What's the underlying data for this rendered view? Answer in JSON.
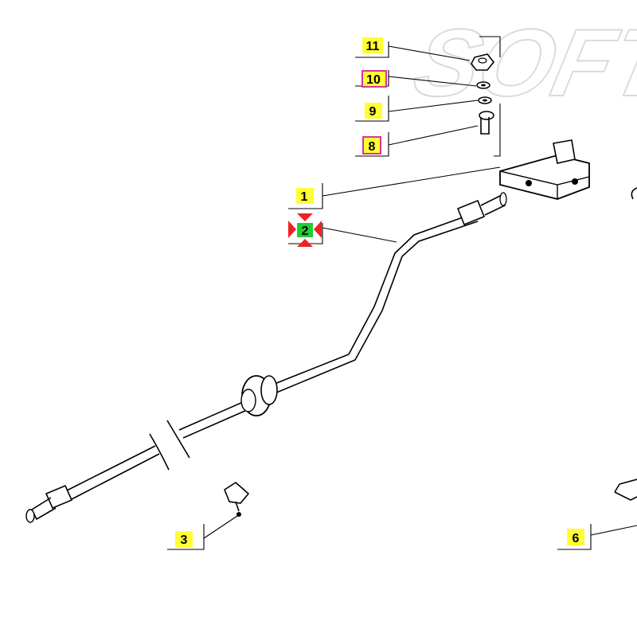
{
  "watermark": "SOFT WARE",
  "callouts": [
    {
      "id": "c11",
      "label": "11",
      "highlight": "yellow"
    },
    {
      "id": "c10",
      "label": "10",
      "highlight": "yellow",
      "border": "magenta"
    },
    {
      "id": "c9",
      "label": "9",
      "highlight": "yellow"
    },
    {
      "id": "c8",
      "label": "8",
      "highlight": "yellow",
      "border": "magenta"
    },
    {
      "id": "c1",
      "label": "1",
      "highlight": "yellow"
    },
    {
      "id": "c2",
      "label": "2",
      "highlight": "green",
      "selected": true
    },
    {
      "id": "c3",
      "label": "3",
      "highlight": "yellow"
    },
    {
      "id": "c6",
      "label": "6",
      "highlight": "yellow"
    }
  ],
  "colors": {
    "yellow": "#ffff33",
    "green": "#22cc33",
    "magenta": "#d6339c",
    "selection_arrows": "#ee2222",
    "watermark": "#c8c8c8",
    "ink": "#000000"
  }
}
